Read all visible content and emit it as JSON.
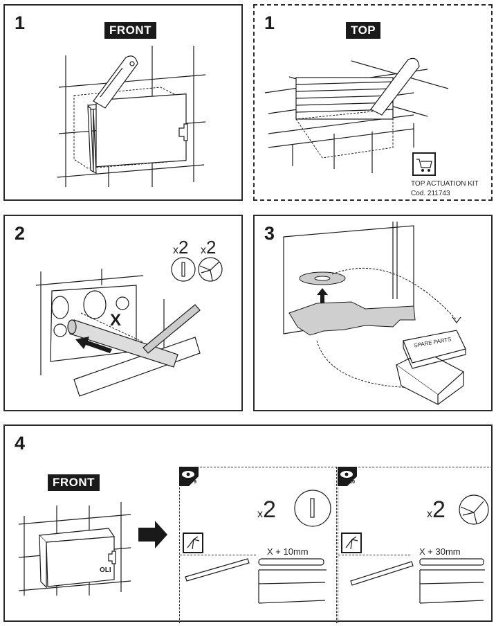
{
  "panels": [
    {
      "id": "1-front",
      "step": "1",
      "tag": "FRONT"
    },
    {
      "id": "1-top",
      "step": "1",
      "tag": "TOP",
      "kit": {
        "name": "TOP ACTUATION KIT",
        "code": "Cod. 211743",
        "icon": "shopping-cart-icon"
      }
    },
    {
      "id": "2",
      "step": "2",
      "parts": [
        {
          "qty_prefix": "x",
          "qty": "2",
          "icon": "slotted-cap-icon"
        },
        {
          "qty_prefix": "x",
          "qty": "2",
          "icon": "tri-button-icon"
        }
      ],
      "measure_label": "X"
    },
    {
      "id": "3",
      "step": "3",
      "box_label": "SPARE PARTS"
    },
    {
      "id": "4",
      "step": "4",
      "tag": "FRONT",
      "plate_logo": "OLI",
      "options": [
        {
          "ref": "9",
          "qty_prefix": "x",
          "qty": "2",
          "part_icon": "slotted-cap-icon",
          "cut_icon": "pliers-icon",
          "dimension": "X + 10mm"
        },
        {
          "ref": "10",
          "qty_prefix": "x",
          "qty": "2",
          "part_icon": "tri-button-icon",
          "cut_icon": "pliers-icon",
          "dimension": "X + 30mm"
        }
      ]
    }
  ]
}
